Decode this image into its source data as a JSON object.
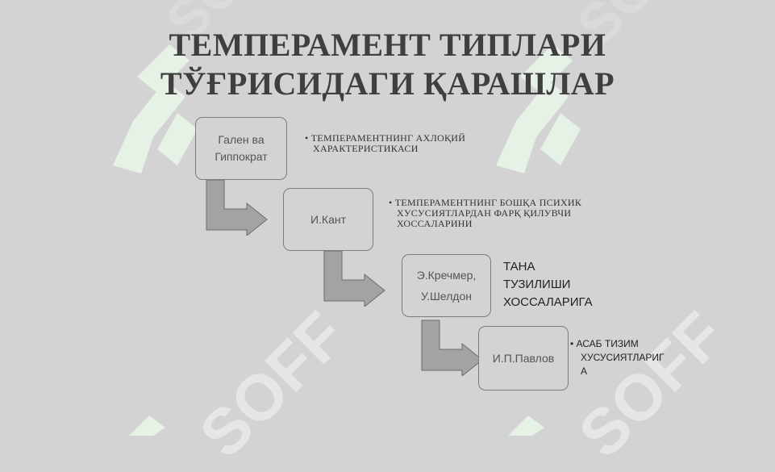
{
  "title": {
    "line1": "ТЕМПЕРАМЕНТ ТИПЛАРИ",
    "line2": "ТЎҒРИСИДАГИ ҚАРАШЛАР"
  },
  "watermark": "SOFF",
  "steps": [
    {
      "lines": [
        "Гален ва",
        "Гиппократ"
      ],
      "note_lines": [
        "• ТЕМПЕРАМЕНТНИНГ АХЛОҚИЙ",
        "ХАРАКТЕРИСТИКАСИ"
      ]
    },
    {
      "lines": [
        "И.Кант"
      ],
      "note_lines": [
        "• ТЕМПЕРАМЕНТНИНГ БОШҚА ПСИХИК",
        "ХУСУСИЯТЛАРДАН ФАРҚ ҚИЛУВЧИ",
        "ХОССАЛАРИНИ"
      ]
    },
    {
      "lines": [
        "Э.Кречмер,",
        "У.Шелдон"
      ],
      "note_lines": [
        "ТАНА",
        "ТУЗИЛИШИ",
        "ХОССАЛАРИГА"
      ]
    },
    {
      "lines": [
        "И.П.Павлов"
      ],
      "note_lines": [
        "• АСАБ ТИЗИМ",
        "ХУСУСИЯТЛАРИГ",
        "А"
      ]
    }
  ]
}
